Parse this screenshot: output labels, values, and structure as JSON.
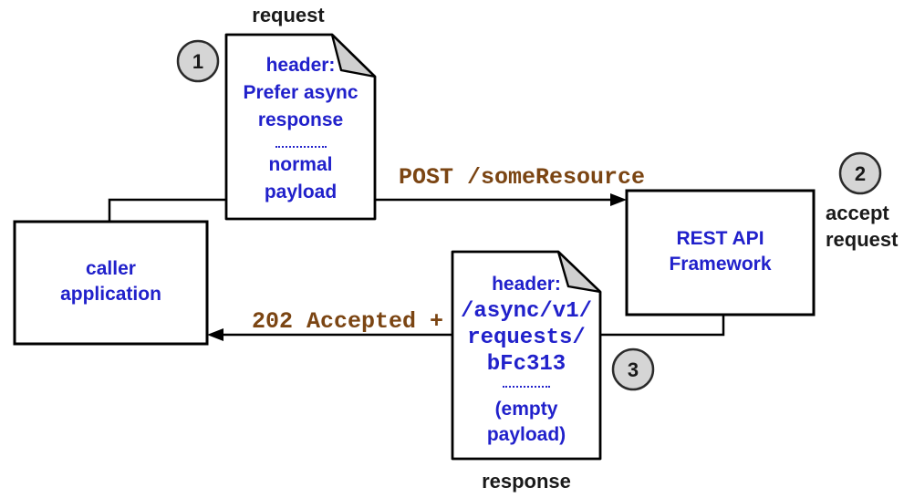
{
  "colors": {
    "document_text_blue": "#2121CB",
    "arrow_label_brown": "#7B4513",
    "circle_fill_gray": "#D5D5D5",
    "outline_black": "#000000",
    "fold_gray": "#CFCFCF"
  },
  "boxes": {
    "caller": {
      "line1": "caller",
      "line2": "application"
    },
    "rest": {
      "line1": "REST API",
      "line2": "Framework"
    }
  },
  "request_doc": {
    "caption": "request",
    "header_line1": "header:",
    "header_line2": "Prefer async",
    "header_line3": "response",
    "body_line1": "normal",
    "body_line2": "payload"
  },
  "response_doc": {
    "caption": "response",
    "header_line1": "header:",
    "path_line1": "/async/v1/",
    "path_line2": "requests/",
    "path_line3": "bFc313",
    "body_line1": "(empty",
    "body_line2": "payload)"
  },
  "arrows": {
    "post_label": "POST /someResource",
    "accepted_label": "202 Accepted +"
  },
  "steps": {
    "one": {
      "number": "1"
    },
    "two": {
      "number": "2",
      "caption_line1": "accept",
      "caption_line2": "request"
    },
    "three": {
      "number": "3"
    }
  }
}
